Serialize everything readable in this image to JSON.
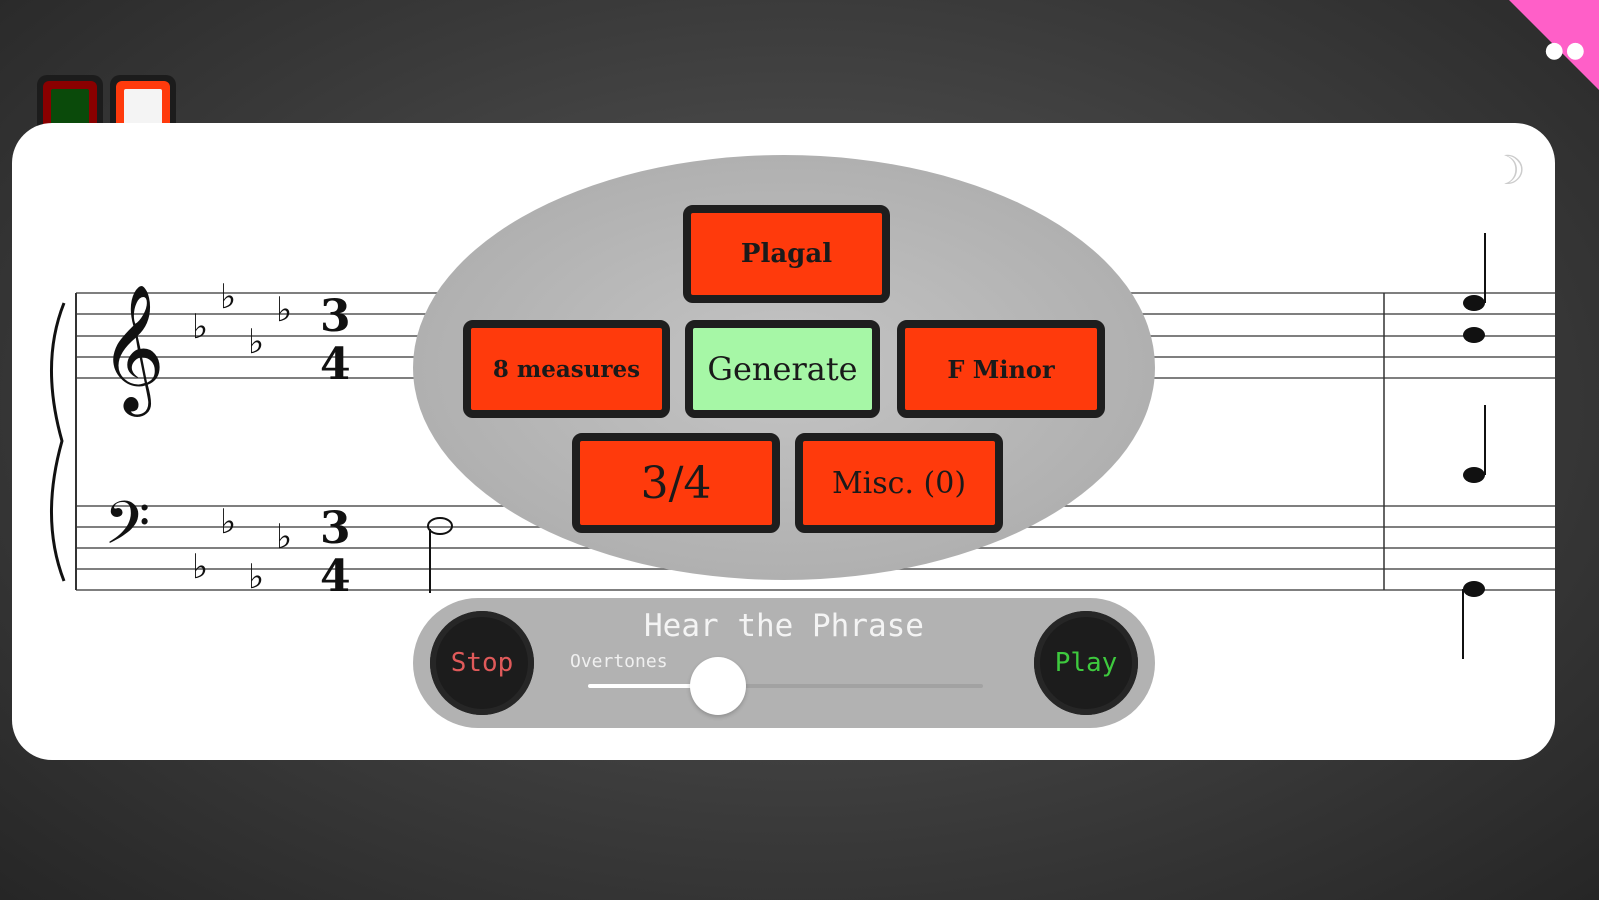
{
  "toolbar": {
    "left_icons": [
      "green-grid-icon",
      "text-card-icon"
    ],
    "menu_icon": "more-dots-icon",
    "theme_icon": "moon-icon"
  },
  "score": {
    "time_signature_top": "3",
    "time_signature_bottom": "4",
    "flats": "♭"
  },
  "generator": {
    "cadence": "Plagal",
    "measures": "8 measures",
    "generate": "Generate",
    "key": "F Minor",
    "meter": "3/4",
    "misc": "Misc. (0)"
  },
  "player": {
    "title": "Hear the Phrase",
    "stop": "Stop",
    "play": "Play",
    "overtones_label": "Overtones",
    "overtones_value": 0.33
  },
  "colors": {
    "button": "#ff3a0c",
    "generate": "#a6f7a6",
    "stop_text": "#e05a5a",
    "play_text": "#3ec93e",
    "corner": "#ff5fc8"
  }
}
